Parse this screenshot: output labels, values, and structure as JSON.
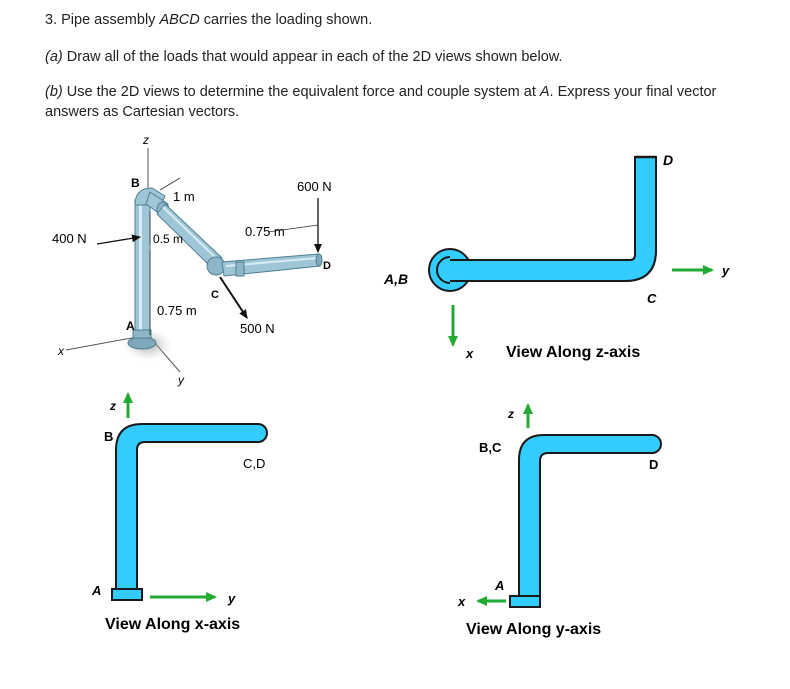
{
  "question": {
    "title_prefix": "3. Pipe assembly ",
    "title_italic": "ABCD",
    "title_suffix": " carries the loading shown.",
    "part_a_label": "(a)",
    "part_a_text": " Draw all of the loads that would appear in each of the 2D views shown below.",
    "part_b_label": "(b)",
    "part_b_text_1": " Use the 2D views to determine the equivalent force and couple system at ",
    "part_b_italic": "A",
    "part_b_text_2": ". Express your final vector",
    "part_b_text_3": "answers as Cartesian vectors."
  },
  "iso_figure": {
    "axis_z": "z",
    "axis_x": "x",
    "axis_y": "y",
    "point_a": "A",
    "point_b": "B",
    "point_c": "C",
    "point_d": "D",
    "dim_1m": "1 m",
    "dim_05m": "0.5 m",
    "dim_075m_top": "0.75 m",
    "dim_075m_vertical": "0.75 m",
    "force_400": "400 N",
    "force_600": "600 N",
    "force_500": "500 N"
  },
  "view_z": {
    "caption": "View Along z-axis",
    "label_ab": "A,B",
    "label_c": "C",
    "label_d": "D",
    "axis_x": "x",
    "axis_y": "y"
  },
  "view_x": {
    "caption": "View Along x-axis",
    "label_a": "A",
    "label_b": "B",
    "label_cd": "C,D",
    "axis_z": "z",
    "axis_y": "y"
  },
  "view_y": {
    "caption": "View Along y-axis",
    "label_a": "A",
    "label_bc": "B,C",
    "label_d": "D",
    "axis_z": "z",
    "axis_x": "x"
  },
  "colors": {
    "pipe_fill": "#33ccff",
    "pipe_stroke": "#1a1a1a",
    "arrow_green": "#22aa33",
    "iso_pipe": "#9fc6d6"
  }
}
